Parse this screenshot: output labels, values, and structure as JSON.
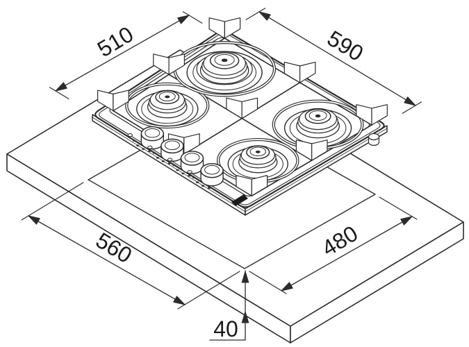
{
  "drawing": {
    "type": "installation-dimension-diagram",
    "subject": "4-burner gas hob on worktop with cutout, isometric view",
    "dimensions": {
      "d510": {
        "label": "510"
      },
      "d590": {
        "label": "590"
      },
      "d560": {
        "label": "560"
      },
      "d480": {
        "label": "480"
      },
      "d40": {
        "label": "40"
      }
    },
    "colors": {
      "line": "#2b2b2b",
      "background": "#ffffff",
      "badge": "#1a1a1a"
    }
  }
}
